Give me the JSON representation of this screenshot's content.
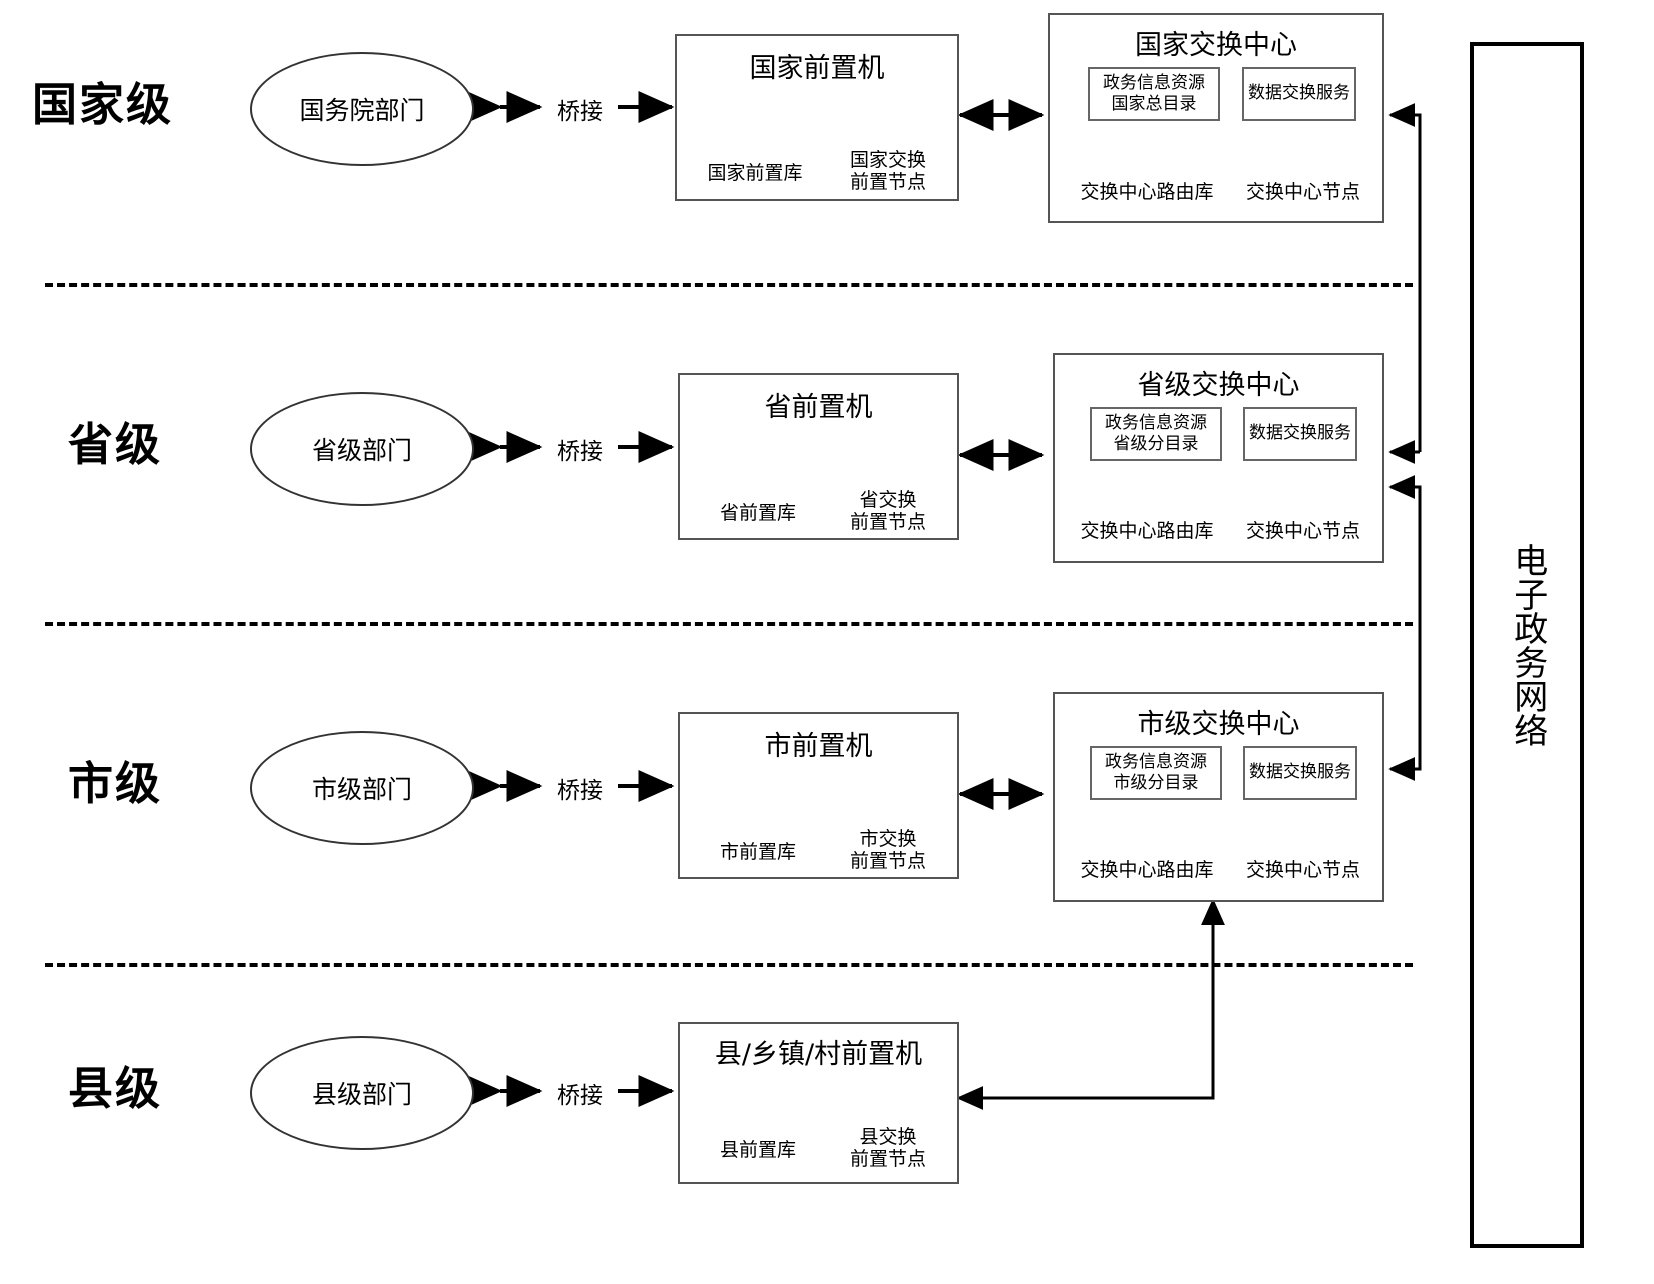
{
  "diagram": {
    "title_network": "电子政务网络",
    "bridge_label": "桥接",
    "levels": [
      {
        "level_label": "国家级",
        "department": "国务院部门",
        "front_machine": {
          "title": "国家前置机",
          "db_caption": "国家前置库",
          "node_caption_line1": "国家交换",
          "node_caption_line2": "前置节点"
        },
        "exchange_center": {
          "title": "国家交换中心",
          "catalog_line1": "政务信息资源",
          "catalog_line2": "国家总目录",
          "service": "数据交换服务",
          "routing_db_caption": "交换中心路由库",
          "node_caption": "交换中心节点"
        }
      },
      {
        "level_label": "省级",
        "department": "省级部门",
        "front_machine": {
          "title": "省前置机",
          "db_caption": "省前置库",
          "node_caption_line1": "省交换",
          "node_caption_line2": "前置节点"
        },
        "exchange_center": {
          "title": "省级交换中心",
          "catalog_line1": "政务信息资源",
          "catalog_line2": "省级分目录",
          "service": "数据交换服务",
          "routing_db_caption": "交换中心路由库",
          "node_caption": "交换中心节点"
        }
      },
      {
        "level_label": "市级",
        "department": "市级部门",
        "front_machine": {
          "title": "市前置机",
          "db_caption": "市前置库",
          "node_caption_line1": "市交换",
          "node_caption_line2": "前置节点"
        },
        "exchange_center": {
          "title": "市级交换中心",
          "catalog_line1": "政务信息资源",
          "catalog_line2": "市级分目录",
          "service": "数据交换服务",
          "routing_db_caption": "交换中心路由库",
          "node_caption": "交换中心节点"
        }
      },
      {
        "level_label": "县级",
        "department": "县级部门",
        "front_machine": {
          "title": "县/乡镇/村前置机",
          "db_caption": "县前置库",
          "node_caption_line1": "县交换",
          "node_caption_line2": "前置节点"
        },
        "exchange_center": null
      }
    ]
  }
}
